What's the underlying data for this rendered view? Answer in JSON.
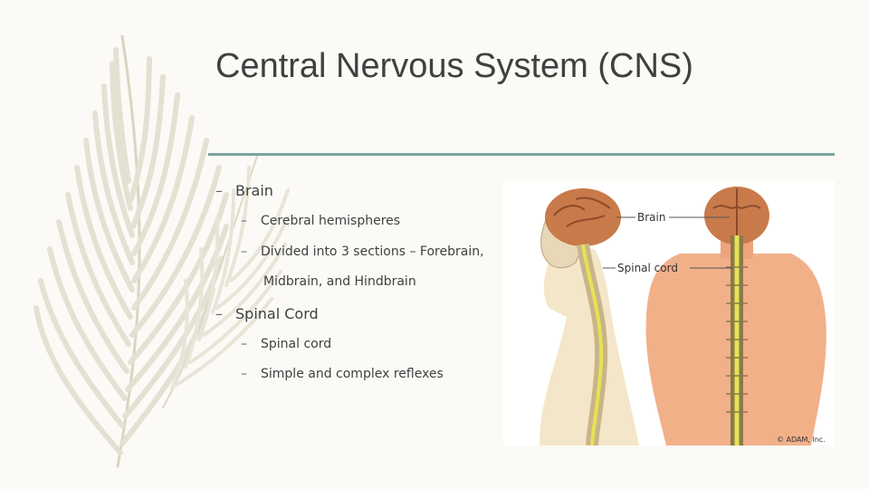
{
  "slide": {
    "title": "Central Nervous System (CNS)",
    "bullets": [
      {
        "dash": "–",
        "text": "Brain",
        "sub": [
          {
            "dash": "–",
            "text": "Cerebral hemispheres"
          },
          {
            "dash": "–",
            "text": "Divided into 3 sections – Forebrain,",
            "continuation": "Midbrain, and Hindbrain"
          }
        ]
      },
      {
        "dash": "–",
        "text": "Spinal Cord",
        "sub": [
          {
            "dash": "–",
            "text": "Spinal cord"
          },
          {
            "dash": "–",
            "text": "Simple and complex reflexes"
          }
        ]
      }
    ],
    "figure": {
      "label_brain": "Brain",
      "label_spinal": "Spinal cord",
      "copyright": "© ADAM, Inc."
    }
  },
  "colors": {
    "background": "#fbfaf6",
    "accent_rule": "#7aa3a2",
    "text": "#404040",
    "skin": "#f2b089",
    "brain": "#c87a4a",
    "spinal_cord": "#e6e255"
  },
  "icons": [
    "feather-decoration-icon"
  ]
}
